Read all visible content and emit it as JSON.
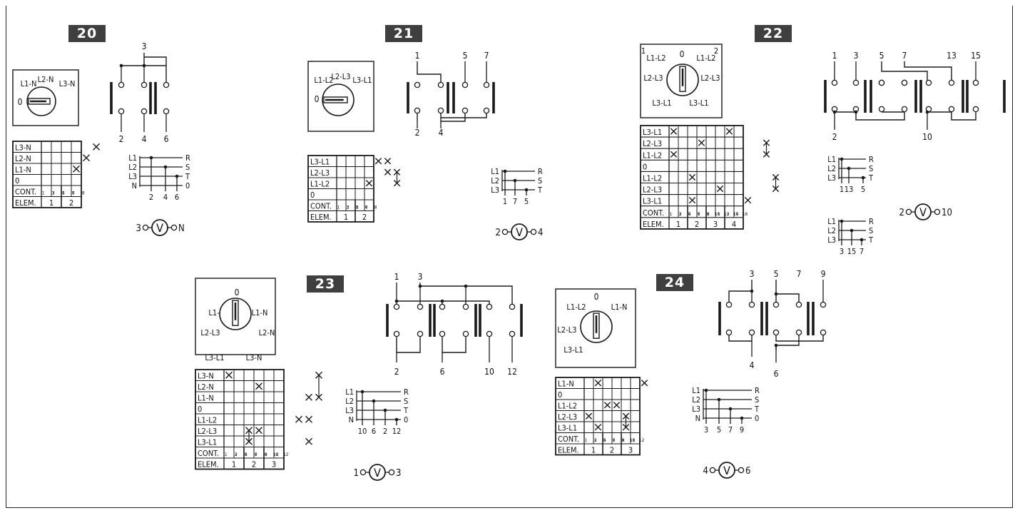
{
  "panels": [
    {
      "id": "20",
      "switch_positions": [
        "L1-N",
        "L2-N",
        "L3-N",
        "0"
      ],
      "terminals": [
        "3",
        "2",
        "4",
        "6"
      ],
      "table": {
        "rows": [
          "L3-N",
          "L2-N",
          "L1-N",
          "0",
          "CONT.",
          "ELEM."
        ],
        "cont": [
          "1",
          "2",
          "3",
          "4",
          "5",
          "6",
          "7",
          "8"
        ],
        "elem": [
          "1",
          "2"
        ]
      },
      "phase_lines": [
        "L1",
        "L2",
        "L3",
        "N"
      ],
      "phase_outputs": [
        "R",
        "S",
        "T",
        "0"
      ],
      "phase_terminals": [
        "2",
        "4",
        "6"
      ],
      "voltmeter": {
        "left": "3",
        "symbol": "V",
        "right": "N"
      }
    },
    {
      "id": "21",
      "switch_positions": [
        "L1-L2",
        "L2-L3",
        "L3-L1",
        "0"
      ],
      "terminals": [
        "1",
        "5",
        "7",
        "2",
        "4"
      ],
      "table": {
        "rows": [
          "L3-L1",
          "L2-L3",
          "L1-L2",
          "0",
          "CONT.",
          "ELEM."
        ],
        "cont": [
          "1",
          "2",
          "3",
          "4",
          "5",
          "6",
          "7",
          "8"
        ],
        "elem": [
          "1",
          "2"
        ]
      },
      "phase_lines": [
        "L1",
        "L2",
        "L3"
      ],
      "phase_outputs": [
        "R",
        "S",
        "T"
      ],
      "phase_terminals": [
        "1",
        "7",
        "5"
      ],
      "voltmeter": {
        "left": "2",
        "symbol": "V",
        "right": "4"
      }
    },
    {
      "id": "22",
      "switch_positions": [
        "L1-L2",
        "0",
        "L1-L2",
        "L2-L3",
        "L2-L3",
        "L3-L1",
        "L3-L1",
        "1",
        "2"
      ],
      "terminals": [
        "1",
        "3",
        "5",
        "7",
        "13",
        "15",
        "2",
        "10"
      ],
      "table": {
        "rows": [
          "L3-L1",
          "L2-L3",
          "L1-L2",
          "0",
          "L1-L2",
          "L2-L3",
          "L3-L1",
          "CONT.",
          "ELEM."
        ],
        "cont": [
          "1",
          "2",
          "3",
          "4",
          "5",
          "6",
          "7",
          "8",
          "9",
          "10",
          "11",
          "12",
          "13",
          "14",
          "15",
          "16"
        ],
        "elem": [
          "1",
          "2",
          "3",
          "4"
        ]
      },
      "phase_group_a": {
        "lines": [
          "L1",
          "L2",
          "L3"
        ],
        "outputs": [
          "R",
          "S",
          "T"
        ],
        "terminals": [
          "1",
          "13",
          "5"
        ]
      },
      "phase_group_b": {
        "lines": [
          "L1",
          "L2",
          "L3"
        ],
        "outputs": [
          "R",
          "S",
          "T"
        ],
        "terminals": [
          "3",
          "15",
          "7"
        ]
      },
      "voltmeter": {
        "left": "2",
        "symbol": "V",
        "right": "10"
      }
    },
    {
      "id": "23",
      "switch_positions": [
        "L1-L2",
        "0",
        "L1-N",
        "L2-L3",
        "L2-N",
        "L3-L1",
        "L3-N"
      ],
      "terminals": [
        "1",
        "3",
        "2",
        "6",
        "10",
        "12"
      ],
      "table": {
        "rows": [
          "L3-N",
          "L2-N",
          "L1-N",
          "0",
          "L1-L2",
          "L2-L3",
          "L3-L1",
          "CONT.",
          "ELEM."
        ],
        "cont": [
          "1",
          "2",
          "3",
          "4",
          "5",
          "6",
          "7",
          "8",
          "9",
          "10",
          "11",
          "12"
        ],
        "elem": [
          "1",
          "2",
          "3"
        ]
      },
      "phase_lines": [
        "L1",
        "L2",
        "L3",
        "N"
      ],
      "phase_outputs": [
        "R",
        "S",
        "T",
        "0"
      ],
      "phase_terminals": [
        "10",
        "6",
        "2",
        "12"
      ],
      "voltmeter": {
        "left": "1",
        "symbol": "V",
        "right": "3"
      }
    },
    {
      "id": "24",
      "switch_positions": [
        "L1-L2",
        "0",
        "L1-N",
        "L2-L3",
        "L3-L1"
      ],
      "terminals": [
        "3",
        "5",
        "7",
        "9",
        "4",
        "6"
      ],
      "table": {
        "rows": [
          "L1-N",
          "0",
          "L1-L2",
          "L2-L3",
          "L3-L1",
          "CONT.",
          "ELEM."
        ],
        "cont": [
          "1",
          "2",
          "3",
          "4",
          "5",
          "6",
          "7",
          "8",
          "9",
          "10",
          "11",
          "12"
        ],
        "elem": [
          "1",
          "2",
          "3"
        ]
      },
      "phase_lines": [
        "L1",
        "L2",
        "L3",
        "N"
      ],
      "phase_outputs": [
        "R",
        "S",
        "T",
        "0"
      ],
      "phase_terminals": [
        "3",
        "5",
        "7",
        "9"
      ],
      "voltmeter": {
        "left": "4",
        "symbol": "V",
        "right": "6"
      }
    }
  ],
  "colors": {
    "line": "#1a1a1a",
    "badge": "#3f3f3f",
    "box_border": "#333333"
  }
}
